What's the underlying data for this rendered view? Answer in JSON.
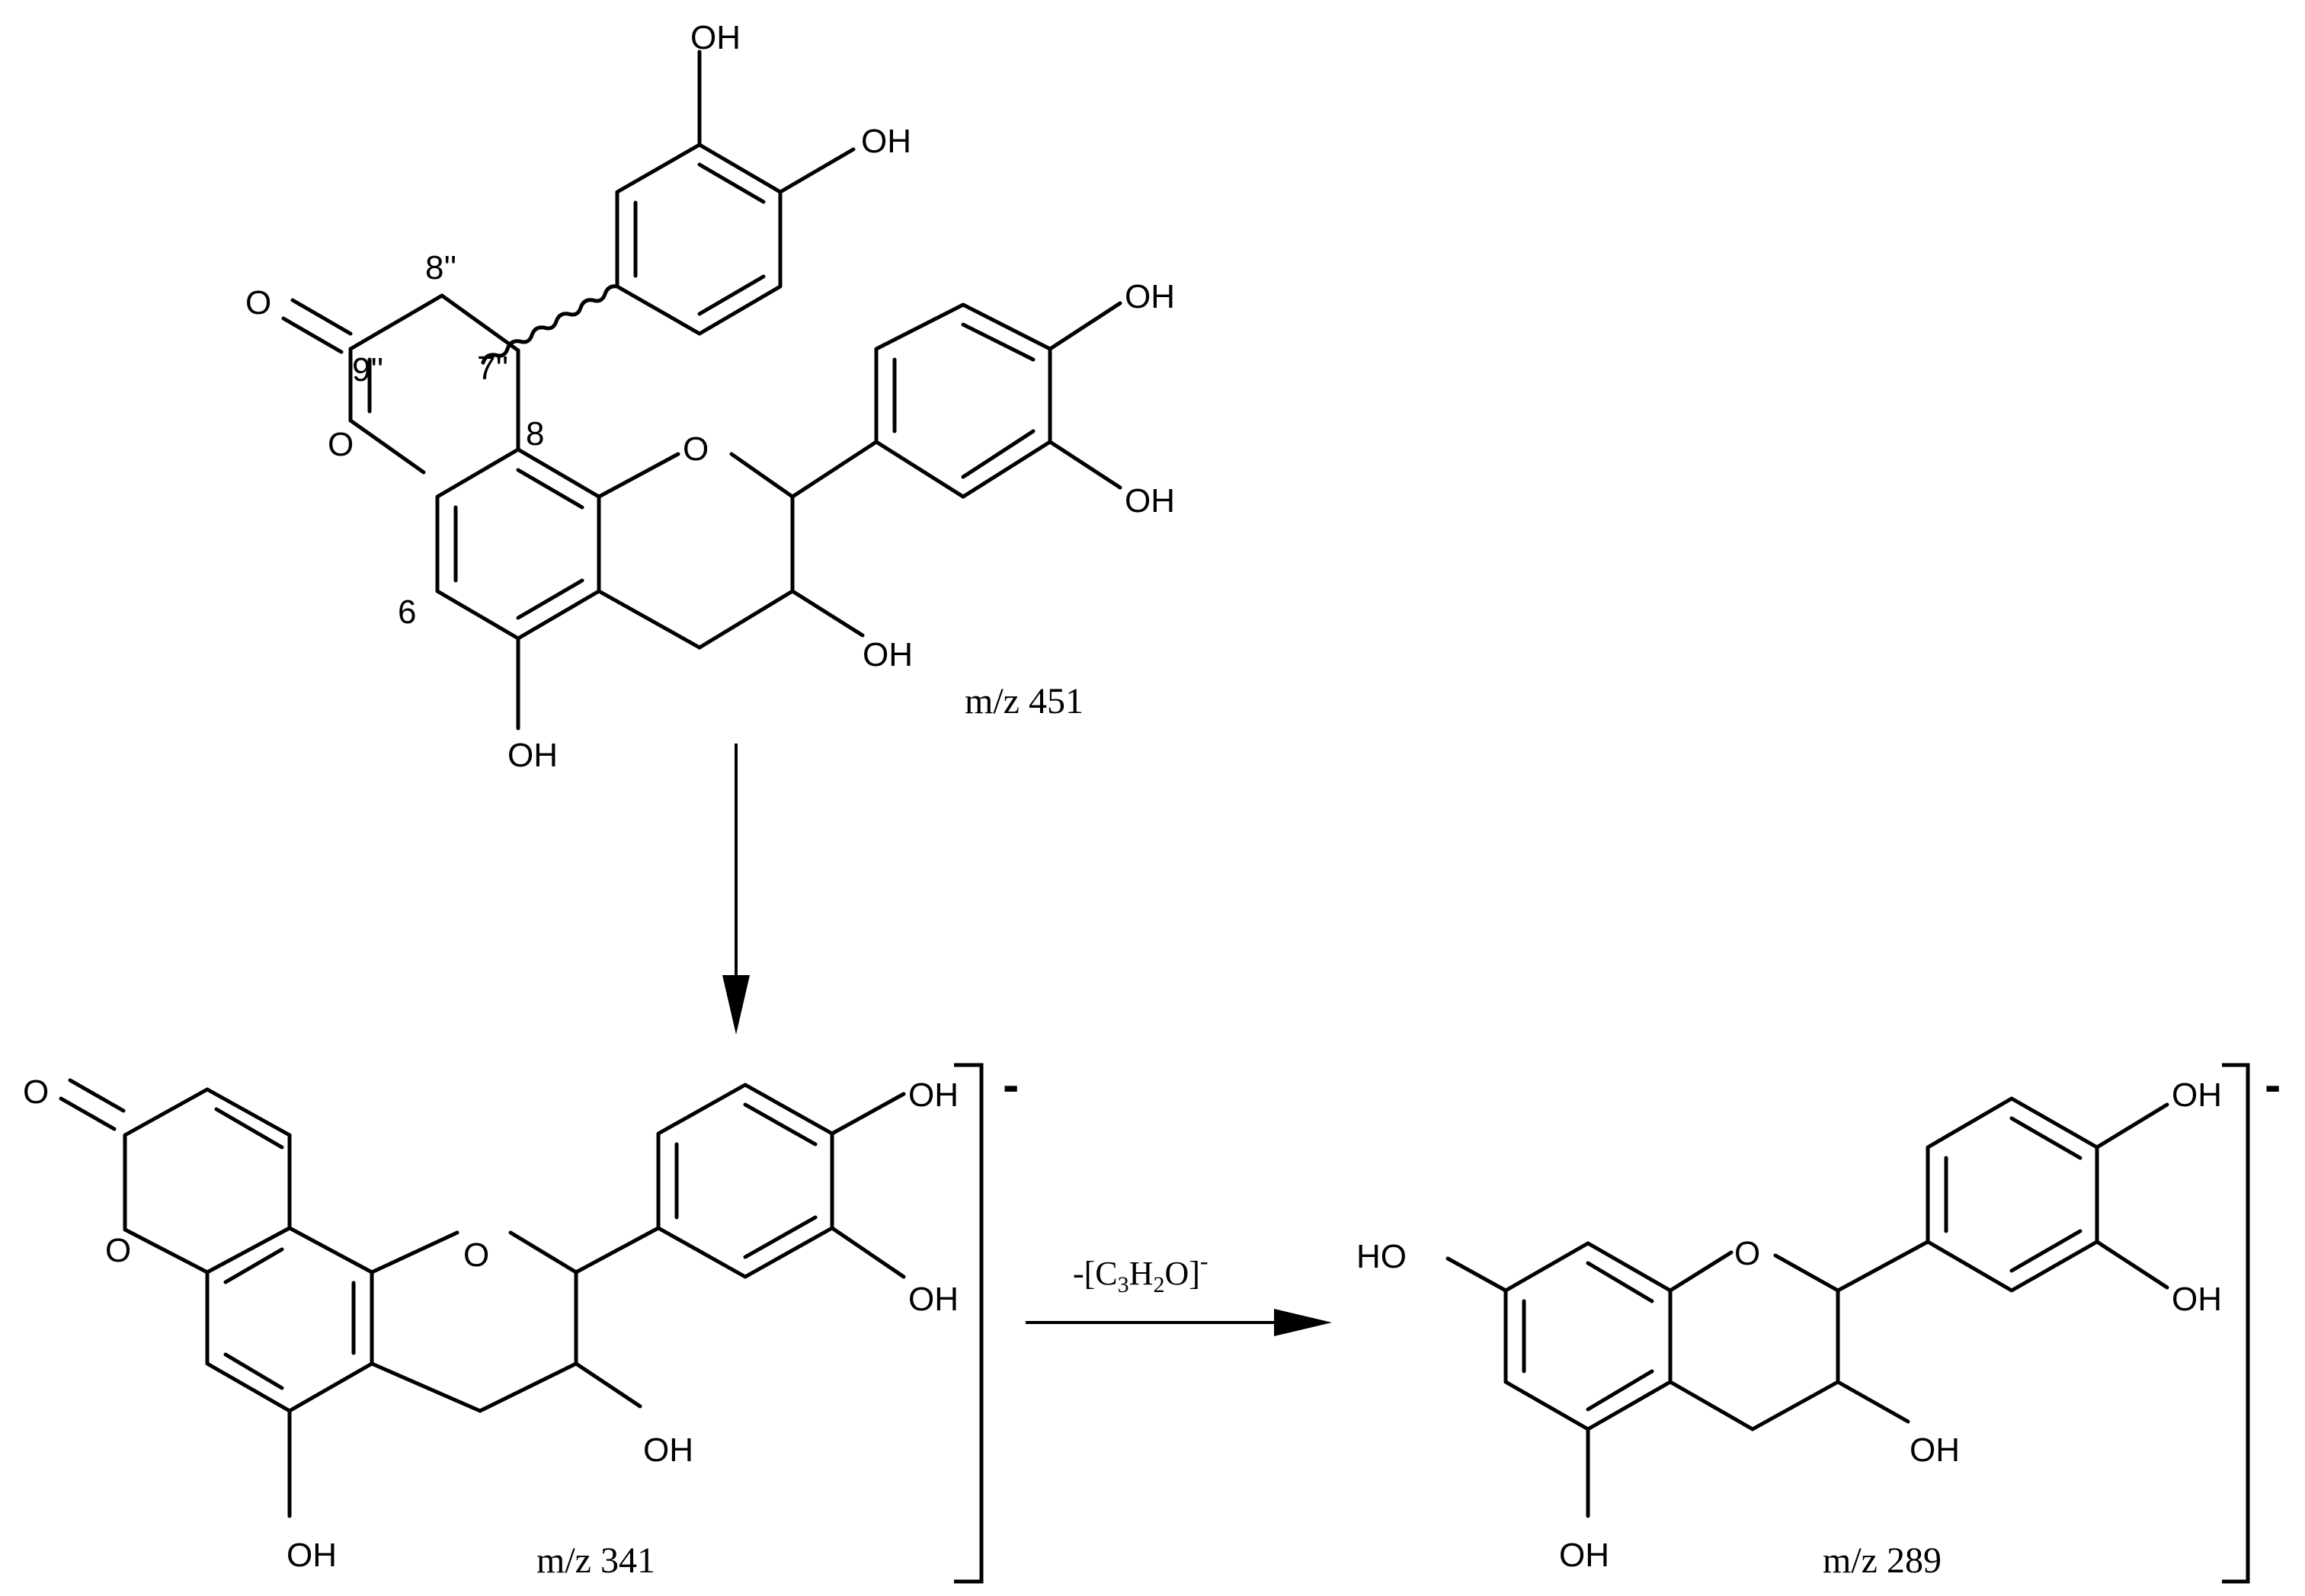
{
  "compound_451": {
    "mz_label": "m/z 451",
    "atoms": {
      "oh_a": "OH",
      "oh_b": "OH",
      "oh_c": "OH",
      "oh_d": "OH",
      "oh_e": "OH",
      "oh_f": "OH",
      "o_carbonyl": "O",
      "o_lactone": "O",
      "o_pyran": "O"
    },
    "positions": {
      "p8pp": "8''",
      "p9pp": "9''",
      "p7pp": "7''",
      "p8": "8",
      "p6": "6"
    }
  },
  "compound_341": {
    "mz_label": "m/z 341",
    "charge": "-",
    "atoms": {
      "o_carbonyl": "O",
      "o_lactone": "O",
      "o_pyran": "O",
      "oh_a": "OH",
      "oh_b": "OH",
      "oh_c": "OH",
      "oh_d": "OH"
    }
  },
  "compound_289": {
    "mz_label": "m/z 289",
    "charge": "-",
    "atoms": {
      "ho_left": "HO",
      "o_pyran": "O",
      "oh_a": "OH",
      "oh_b": "OH",
      "oh_c": "OH",
      "oh_d": "OH"
    }
  },
  "transition": {
    "loss_prefix": "-[C",
    "loss_sub1": "3",
    "loss_mid": "H",
    "loss_sub2": "2",
    "loss_suffix": "O]",
    "loss_sup": "-"
  }
}
